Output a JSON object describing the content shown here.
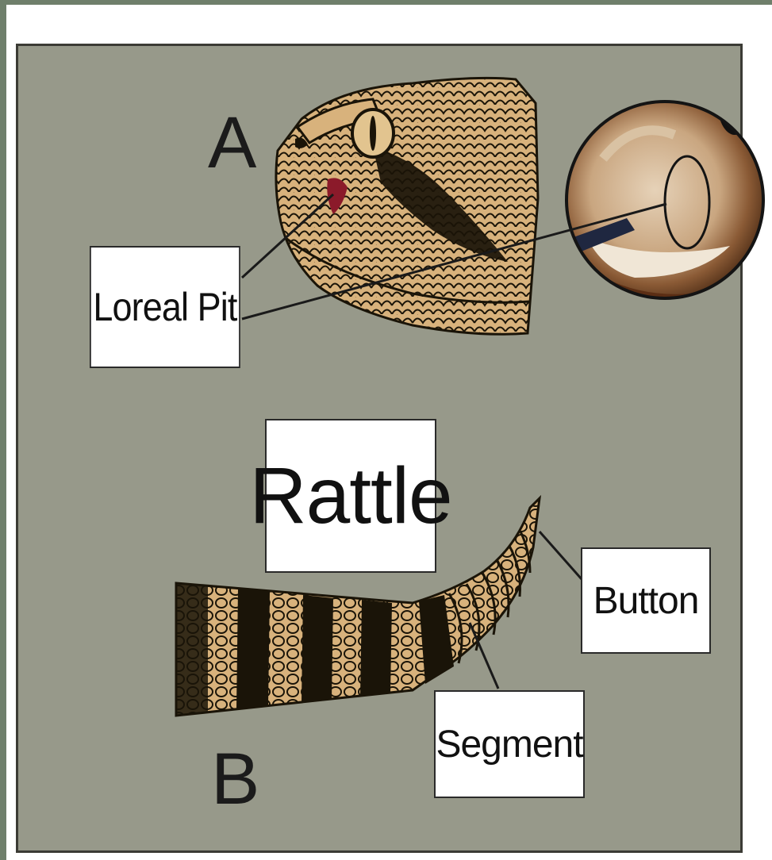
{
  "labels": {
    "part_a": "A",
    "part_b": "B",
    "loreal_pit": "Loreal Pit",
    "rattle": "Rattle",
    "button": "Button",
    "segment": "Segment"
  },
  "colors": {
    "background": "#97998a",
    "scale_tan": "#d8b27c",
    "scale_dark": "#1a1408",
    "pit_red": "#8b1a2a"
  },
  "icons": {
    "head": "snake-head-illustration",
    "closeup": "loreal-pit-closeup-photo",
    "tail": "rattlesnake-tail-illustration"
  }
}
